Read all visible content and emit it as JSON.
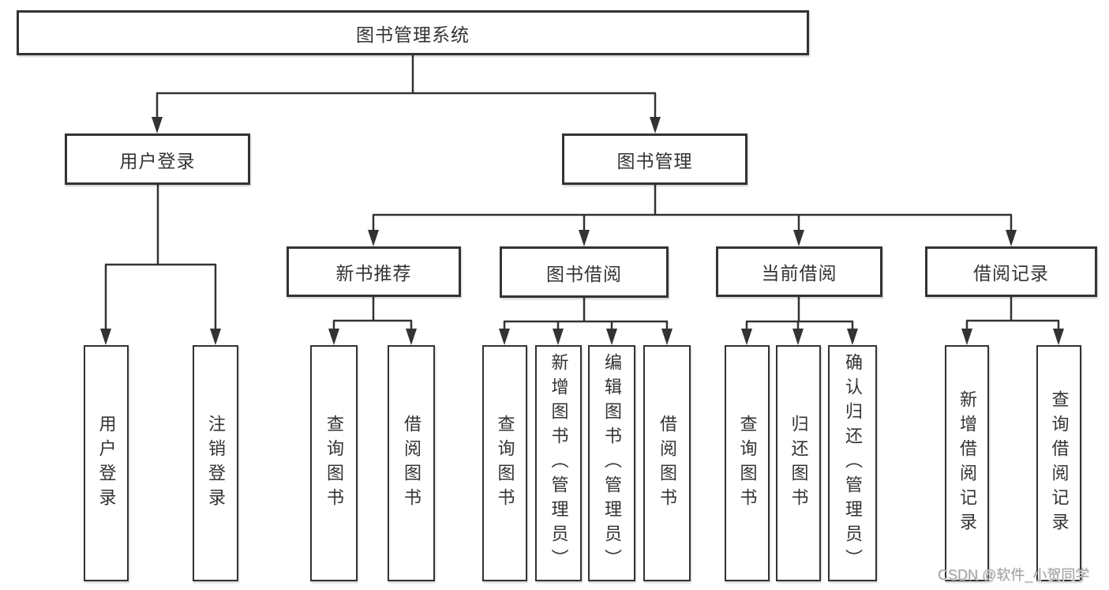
{
  "colors": {
    "line": "#333333",
    "box_border": "#333333",
    "text": "#333333",
    "background": "#ffffff",
    "watermark": "#a3a3a3"
  },
  "watermark": "CSDN @软件_小贺同学",
  "tree": {
    "label": "图书管理系统",
    "children": [
      {
        "label": "用户登录",
        "children": [
          {
            "label": "用户登录"
          },
          {
            "label": "注销登录"
          }
        ]
      },
      {
        "label": "图书管理",
        "children": [
          {
            "label": "新书推荐",
            "children": [
              {
                "label": "查询图书"
              },
              {
                "label": "借阅图书"
              }
            ]
          },
          {
            "label": "图书借阅",
            "children": [
              {
                "label": "查询图书"
              },
              {
                "label": "新增图书（管理员）"
              },
              {
                "label": "编辑图书（管理员）"
              },
              {
                "label": "借阅图书"
              }
            ]
          },
          {
            "label": "当前借阅",
            "children": [
              {
                "label": "查询图书"
              },
              {
                "label": "归还图书"
              },
              {
                "label": "确认归还（管理员）"
              }
            ]
          },
          {
            "label": "借阅记录",
            "children": [
              {
                "label": "新增借阅记录"
              },
              {
                "label": "查询借阅记录"
              }
            ]
          }
        ]
      }
    ]
  }
}
